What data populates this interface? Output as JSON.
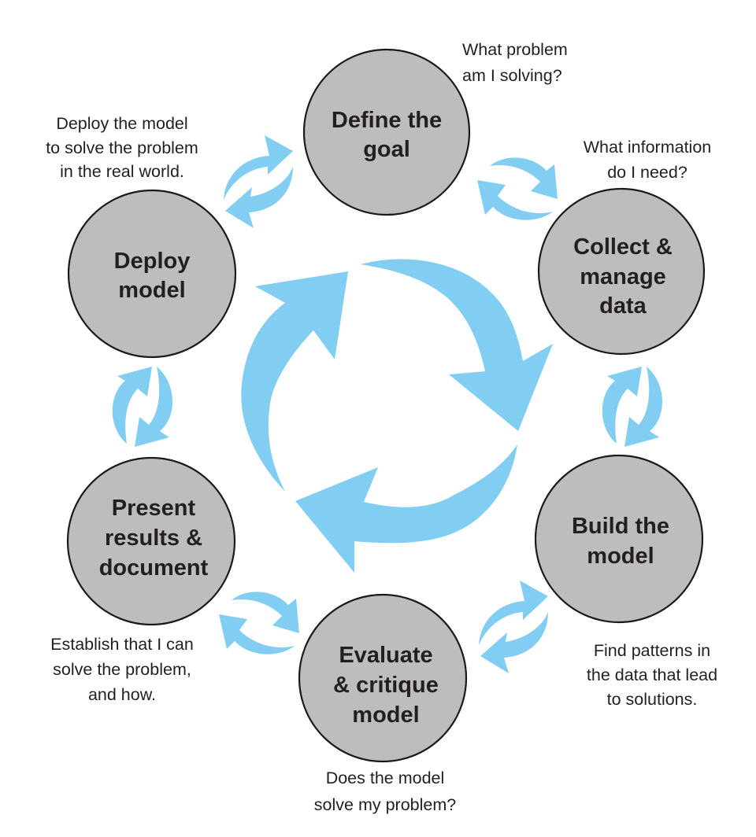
{
  "diagram": {
    "title": "Data science project lifecycle",
    "colors": {
      "arrow": "#82cef3",
      "stage_fill": "#bdbdbf",
      "stage_stroke": "#1a1a1a",
      "text": "#231f20",
      "background": "#ffffff"
    },
    "stages": [
      {
        "id": "define-goal",
        "lines": [
          "Define the",
          "goal"
        ],
        "note": [
          "What problem",
          "am I solving?"
        ]
      },
      {
        "id": "collect-data",
        "lines": [
          "Collect &",
          "manage",
          "data"
        ],
        "note": [
          "What information",
          "do I need?"
        ]
      },
      {
        "id": "build-model",
        "lines": [
          "Build the",
          "model"
        ],
        "note": [
          "Find patterns in",
          "the data that lead",
          "to solutions."
        ]
      },
      {
        "id": "evaluate-model",
        "lines": [
          "Evaluate",
          "& critique",
          "model"
        ],
        "note": [
          "Does the model",
          "solve my problem?"
        ]
      },
      {
        "id": "present-results",
        "lines": [
          "Present",
          "results &",
          "document"
        ],
        "note": [
          "Establish that I can",
          "solve the problem,",
          "and how."
        ]
      },
      {
        "id": "deploy-model",
        "lines": [
          "Deploy",
          "model"
        ],
        "note": [
          "Deploy the model",
          "to solve the problem",
          "in the real world."
        ]
      }
    ],
    "central_cycle": {
      "direction": "clockwise",
      "arrow_count": 3
    },
    "transitions": [
      {
        "between": [
          "define-goal",
          "collect-data"
        ],
        "type": "bidirectional"
      },
      {
        "between": [
          "collect-data",
          "build-model"
        ],
        "type": "bidirectional"
      },
      {
        "between": [
          "build-model",
          "evaluate-model"
        ],
        "type": "bidirectional"
      },
      {
        "between": [
          "evaluate-model",
          "present-results"
        ],
        "type": "bidirectional"
      },
      {
        "between": [
          "present-results",
          "deploy-model"
        ],
        "type": "bidirectional"
      },
      {
        "between": [
          "deploy-model",
          "define-goal"
        ],
        "type": "bidirectional"
      }
    ]
  }
}
